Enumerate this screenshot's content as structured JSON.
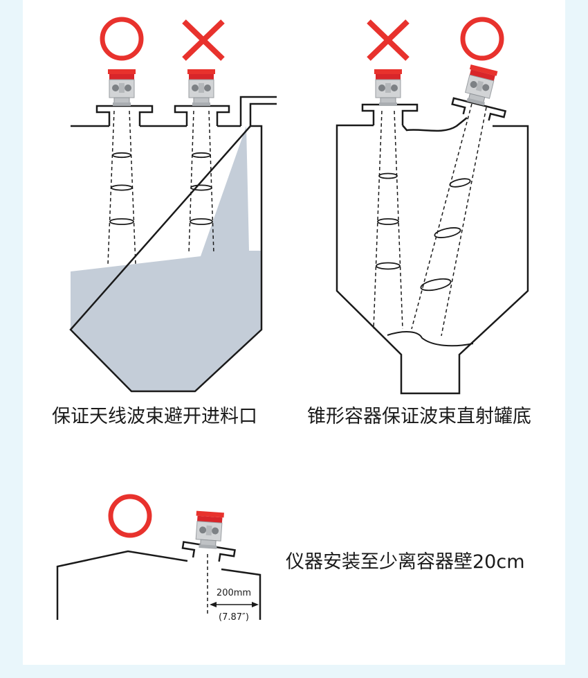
{
  "captions": {
    "inlet": "保证天线波束避开进料口",
    "cone": "锥形容器保证波束直射罐底",
    "wall": "仪器安装至少离容器壁20cm"
  },
  "dimension": {
    "metric": "200mm",
    "imperial": "(7.87″)"
  },
  "colors": {
    "mark_red": "#e8322d",
    "material_fill": "#c4cdd8",
    "line": "#1a1a1a",
    "background": "#e9f6fb"
  },
  "icons": {
    "correct": "circle-icon",
    "wrong": "cross-icon"
  }
}
